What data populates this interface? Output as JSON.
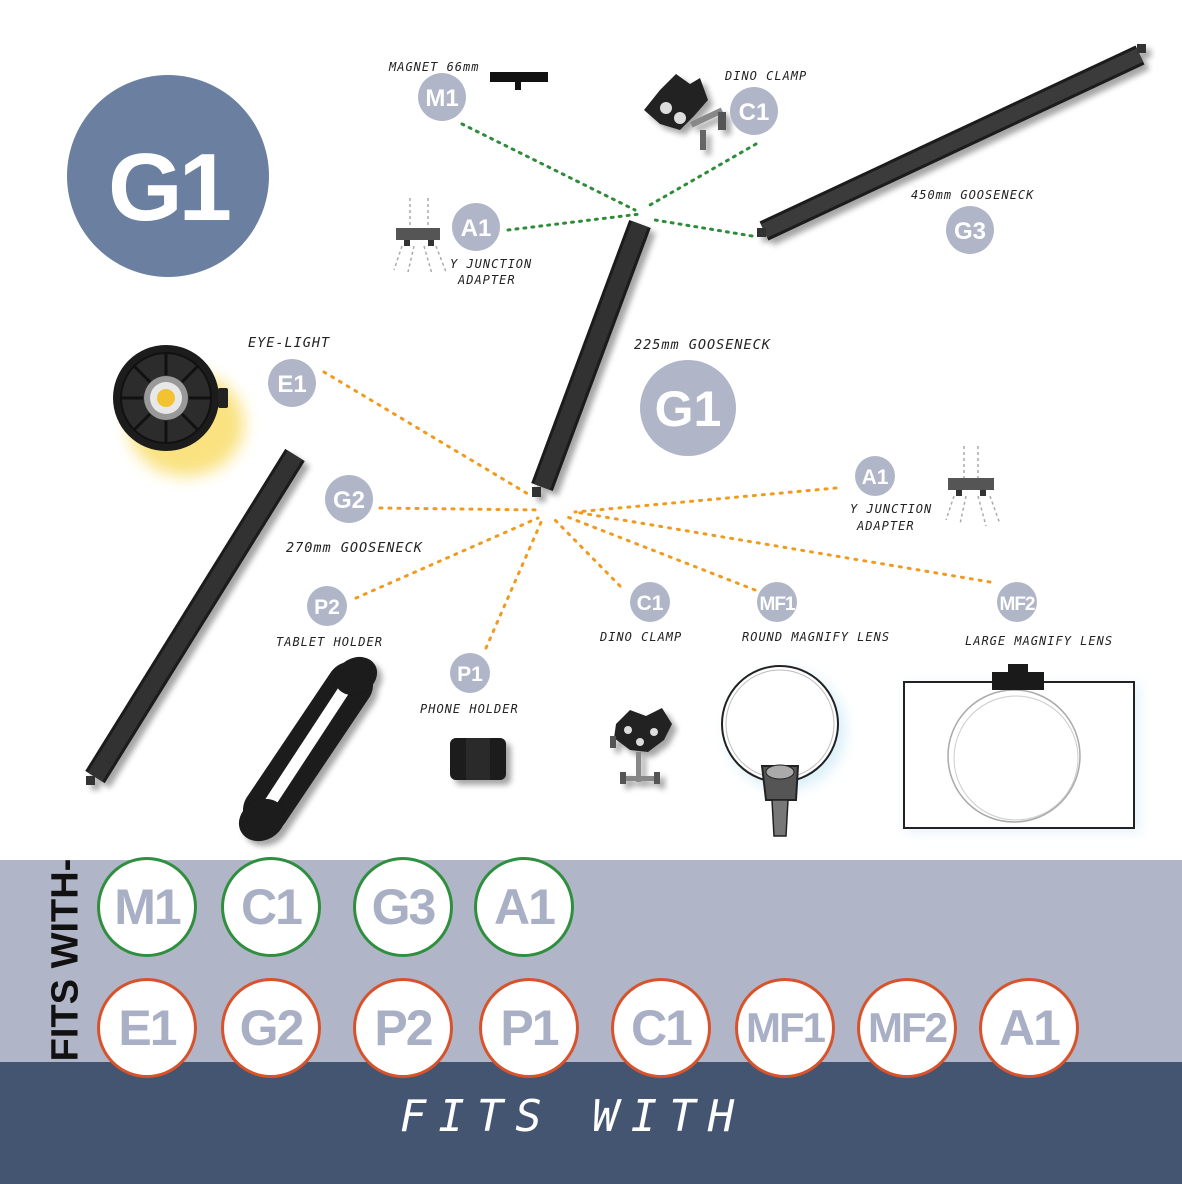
{
  "main_badge": {
    "code": "G1"
  },
  "colors": {
    "badge": "#6b7fa0",
    "small_badge": "#b0b6c8",
    "green_dots": "#2e8b3a",
    "orange_dots": "#f09a1e",
    "green_ring": "#2f8f3f",
    "orange_ring": "#d8532b",
    "band_light": "#b0b6c8",
    "band_dark": "#445572"
  },
  "parts": {
    "m1": {
      "code": "M1",
      "label": "MAGNET 66mm"
    },
    "c1_top": {
      "code": "C1",
      "label": "DINO CLAMP"
    },
    "g3": {
      "code": "G3",
      "label": "450mm GOOSENECK"
    },
    "a1_top": {
      "code": "A1",
      "label_line1": "Y JUNCTION",
      "label_line2": "ADAPTER"
    },
    "g1": {
      "code": "G1",
      "label": "225mm GOOSENECK"
    },
    "e1": {
      "code": "E1",
      "label": "EYE-LIGHT"
    },
    "g2": {
      "code": "G2",
      "label": "270mm GOOSENECK"
    },
    "a1_right": {
      "code": "A1",
      "label_line1": "Y JUNCTION",
      "label_line2": "ADAPTER"
    },
    "p2": {
      "code": "P2",
      "label": "TABLET HOLDER"
    },
    "p1": {
      "code": "P1",
      "label": "PHONE HOLDER"
    },
    "c1_bottom": {
      "code": "C1",
      "label": "DINO CLAMP"
    },
    "mf1": {
      "code": "MF1",
      "label": "ROUND MAGNIFY LENS"
    },
    "mf2": {
      "code": "MF2",
      "label": "LARGE MAGNIFY LENS"
    }
  },
  "fits_with": {
    "side_label": "FITS WITH-",
    "top_end": [
      "M1",
      "C1",
      "G3",
      "A1"
    ],
    "bottom_end": [
      "E1",
      "G2",
      "P2",
      "P1",
      "C1",
      "MF1",
      "MF2",
      "A1"
    ]
  },
  "footer": {
    "title": "FITS WITH"
  }
}
